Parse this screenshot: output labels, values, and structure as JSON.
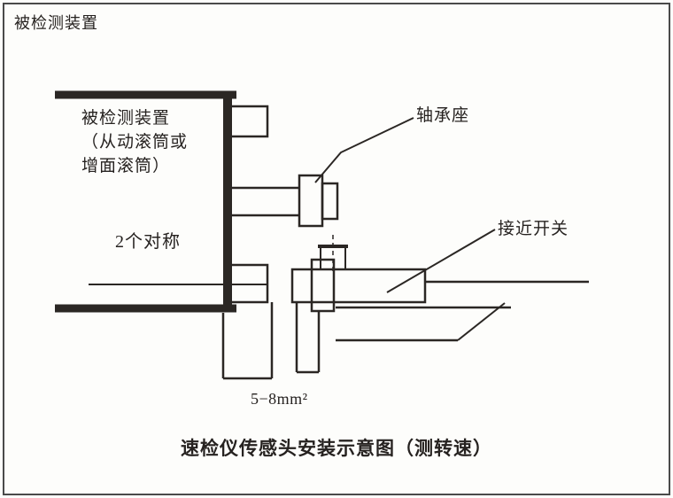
{
  "frame": {
    "corner_label": "被检测装置"
  },
  "diagram": {
    "device": {
      "line1": "被检测装置",
      "line2": "（从动滚筒或",
      "line3": "增面滚筒）"
    },
    "symmetry_note": "2个对称",
    "labels": {
      "bearing_seat": "轴承座",
      "proximity_switch": "接近开关"
    },
    "wire_spec": "5−8mm²",
    "caption": "速检仪传感头安装示意图（测转速）"
  },
  "colors": {
    "line": "#2b2724",
    "frame": "#4a4a4a",
    "background": "#fdfdfb"
  }
}
